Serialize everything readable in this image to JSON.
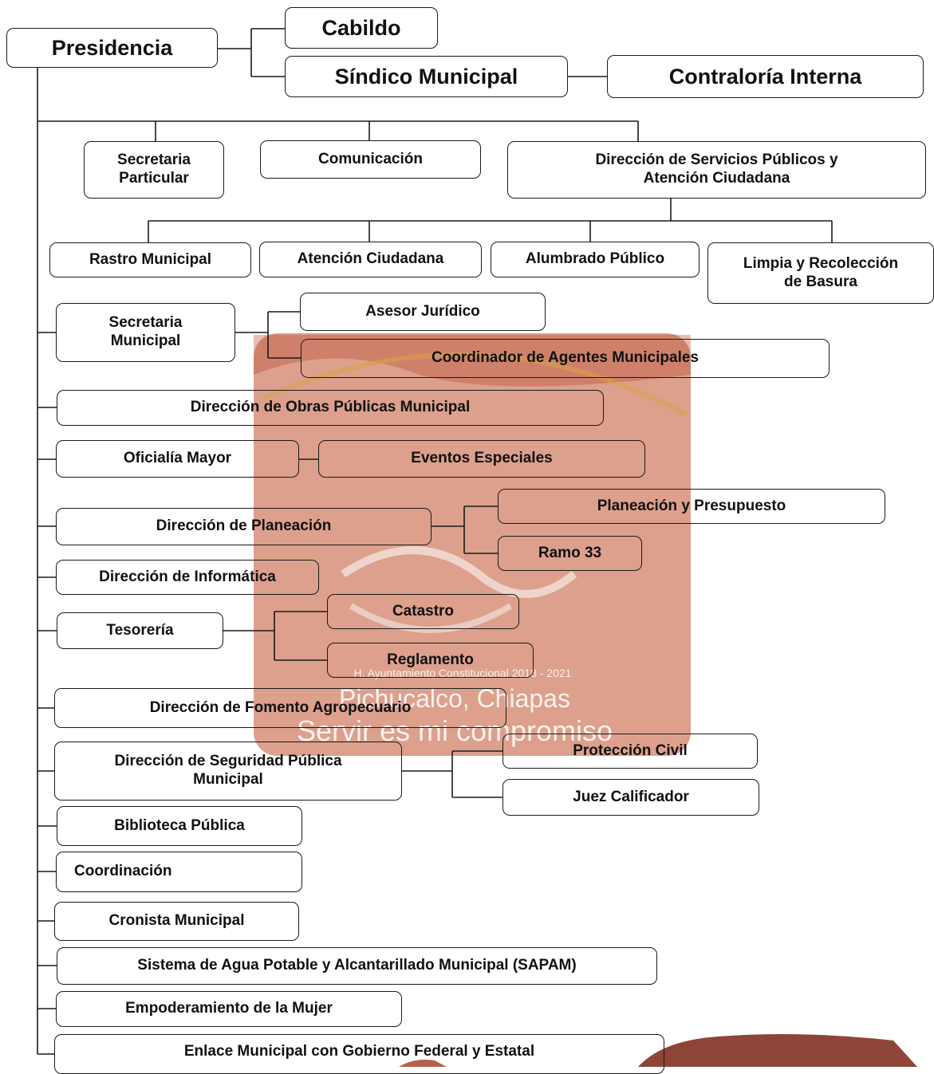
{
  "org_chart": {
    "presidencia": "Presidencia",
    "cabildo": "Cabildo",
    "sindico": "Síndico Municipal",
    "contraloria": "Contraloría Interna",
    "secretaria_particular": "Secretaria\nParticular",
    "comunicacion": "Comunicación",
    "servicios_publicos": "Dirección de Servicios Públicos y\nAtención Ciudadana",
    "rastro": "Rastro Municipal",
    "atencion_ciudadana": "Atención Ciudadana",
    "alumbrado": "Alumbrado Público",
    "limpia": "Limpia y Recolección\nde Basura",
    "secretaria_municipal": "Secretaria\nMunicipal",
    "asesor_juridico": "Asesor Jurídico",
    "coordinador_agentes": "Coordinador de Agentes Municipales",
    "obras_publicas": "Dirección de Obras Públicas Municipal",
    "oficialia_mayor": "Oficialía Mayor",
    "eventos_especiales": "Eventos Especiales",
    "planeacion": "Dirección de Planeación",
    "planeacion_presupuesto": "Planeación y Presupuesto",
    "ramo33": "Ramo 33",
    "informatica": "Dirección de Informática",
    "tesoreria": "Tesorería",
    "catastro": "Catastro",
    "reglamento": "Reglamento",
    "fomento_agropecuario": "Dirección de Fomento Agropecuario",
    "seguridad_publica": "Dirección de Seguridad Pública\nMunicipal",
    "proteccion_civil": "Protección Civil",
    "juez_calificador": "Juez Calificador",
    "biblioteca": "Biblioteca Pública",
    "coordinacion": "Coordinación",
    "cronista": "Cronista Municipal",
    "sapam": "Sistema de Agua Potable y Alcantarillado Municipal (SAPAM)",
    "empoderamiento": "Empoderamiento de la Mujer",
    "enlace": "Enlace Municipal con Gobierno Federal y Estatal"
  },
  "watermark": {
    "line1": "H. Ayuntamiento Constitucional 2018 - 2021",
    "line2": "Pichucalco, Chiapas",
    "line3": "Servir es mi compromiso"
  },
  "colors": {
    "line": "#1a1a1a",
    "watermark": "#c0522e"
  }
}
